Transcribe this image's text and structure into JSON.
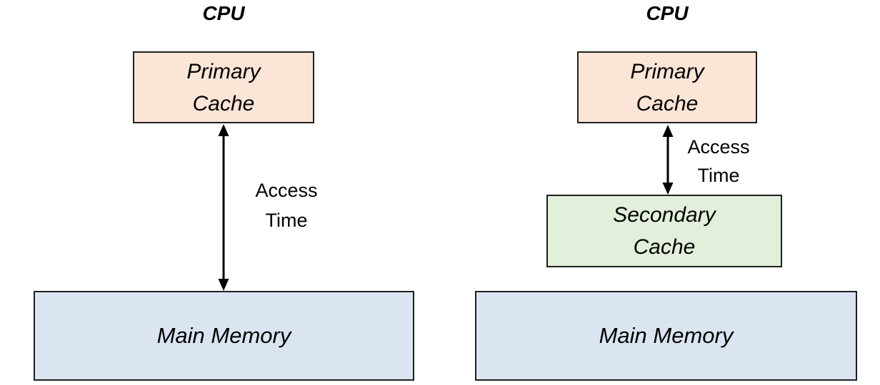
{
  "colors": {
    "background": "#ffffff",
    "primary_cache_fill": "#fbe5d6",
    "secondary_cache_fill": "#e2efda",
    "main_memory_fill": "#dbe5f1",
    "box_border": "#1f1f1f",
    "arrow": "#000000",
    "text": "#000000"
  },
  "left": {
    "cpu_label": "CPU",
    "primary_cache": {
      "line1": "Primary",
      "line2": "Cache"
    },
    "access_time": {
      "line1": "Access",
      "line2": "Time"
    },
    "main_memory_label": "Main Memory"
  },
  "right": {
    "cpu_label": "CPU",
    "primary_cache": {
      "line1": "Primary",
      "line2": "Cache"
    },
    "access_time": {
      "line1": "Access",
      "line2": "Time"
    },
    "secondary_cache": {
      "line1": "Secondary",
      "line2": "Cache"
    },
    "main_memory_label": "Main Memory"
  }
}
